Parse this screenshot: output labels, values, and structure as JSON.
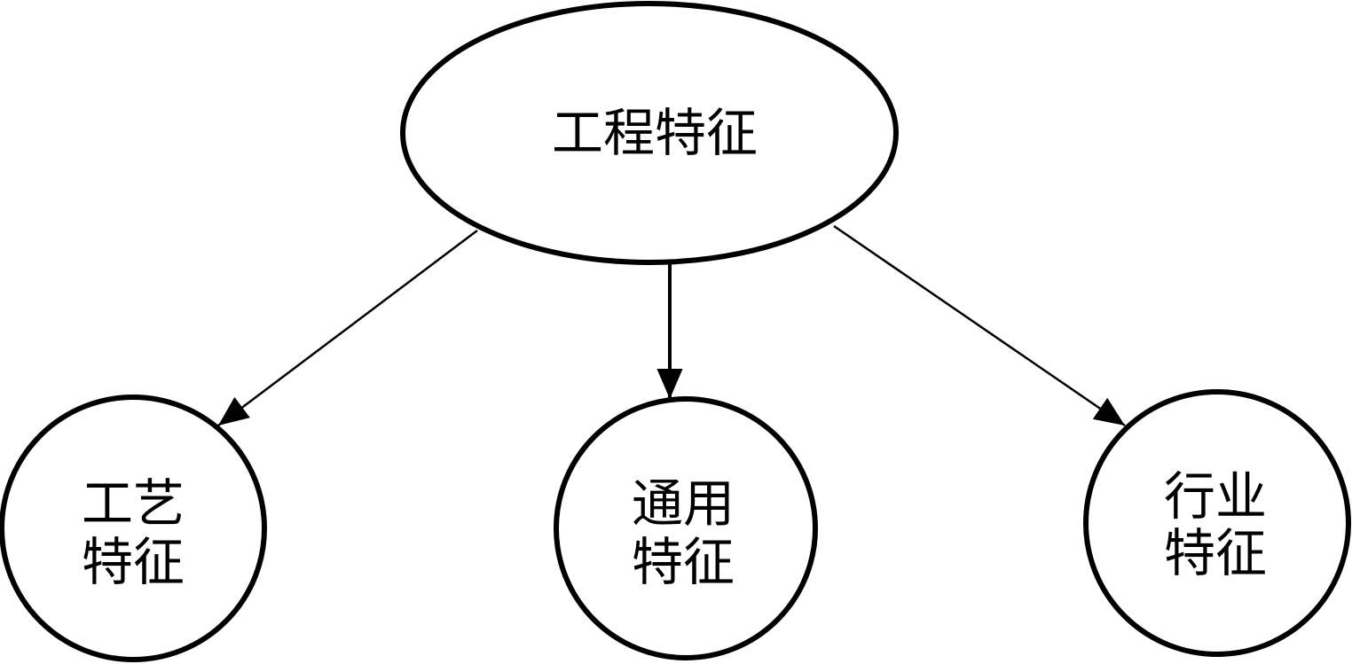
{
  "diagram": {
    "root": {
      "label": "工程特征"
    },
    "children": [
      {
        "line1": "工艺",
        "line2": "特征"
      },
      {
        "line1": "通用",
        "line2": "特征"
      },
      {
        "line1": "行业",
        "line2": "特征"
      }
    ],
    "colors": {
      "stroke": "#000000",
      "fill": "#ffffff"
    }
  }
}
